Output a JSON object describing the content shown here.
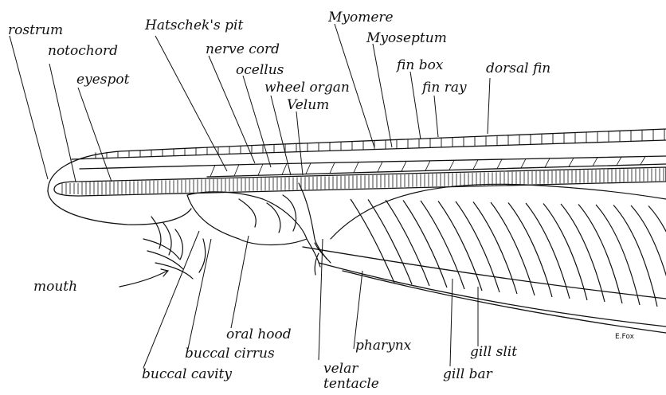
{
  "labels": {
    "rostrum": "rostrum",
    "notochord": "notochord",
    "eyespot": "eyespot",
    "hatscheks_pit": "Hatschek's pit",
    "nerve_cord": "nerve cord",
    "ocellus": "ocellus",
    "wheel_organ": "wheel organ",
    "velum": "Velum",
    "myomere": "Myomere",
    "myoseptum": "Myoseptum",
    "fin_box": "fin box",
    "fin_ray": "fin ray",
    "dorsal_fin": "dorsal fin",
    "mouth": "mouth",
    "oral_hood": "oral hood",
    "buccal_cirrus": "buccal cirrus",
    "buccal_cavity": "buccal cavity",
    "velar_tentacle_1": "velar",
    "velar_tentacle_2": "tentacle",
    "pharynx": "pharynx",
    "gill_slit": "gill slit",
    "gill_bar": "gill bar"
  },
  "signature": "E.Fox"
}
